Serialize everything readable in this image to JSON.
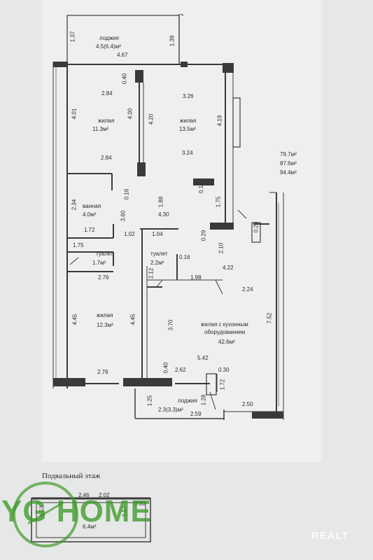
{
  "rooms": {
    "loggia_top": {
      "name": "лоджия",
      "area": "4.5(6.4)м²"
    },
    "living_1": {
      "name": "жилая",
      "area": "11.3м²"
    },
    "living_2": {
      "name": "жилая",
      "area": "13.5м²"
    },
    "bathroom": {
      "name": "ванная",
      "area": "4.0м²"
    },
    "toilet_1": {
      "name": "туалет",
      "area": "1.7м²"
    },
    "toilet_2": {
      "name": "туалет",
      "area": "2.2м²"
    },
    "living_3": {
      "name": "жилая",
      "area": "12.3м²"
    },
    "kitchen_living": {
      "name": "жилая с кухонным",
      "name2": "оборудованием",
      "area": "42.6м²"
    },
    "loggia_bottom": {
      "name": "лоджия",
      "area": "2.3(3.3)м²"
    }
  },
  "totals": {
    "a": "79.7м²",
    "b": "87.6м²",
    "c": "94.4м²"
  },
  "dims": {
    "d1_37": "1.37",
    "d4_67": "4.67",
    "d1_39": "1.39",
    "d0_40a": "0.40",
    "d2_84a": "2.84",
    "d3_26": "3.26",
    "d4_01": "4.01",
    "d4_00": "4.00",
    "d4_20": "4.20",
    "d4_19": "4.19",
    "d2_84b": "2.84",
    "d3_24": "3.24",
    "d0_16a": "0.16",
    "d2_34": "2.34",
    "d3_60": "3.60",
    "d1_88": "1.88",
    "d0_11": "0.11",
    "d1_75a": "1.75",
    "d4_30": "4.30",
    "d1_72a": "1.72",
    "d1_02": "1.02",
    "d1_04": "1.04",
    "d0_29a": "0.29",
    "d0_29b": "0.29",
    "d1_75b": "1.75",
    "d2_10": "2.10",
    "d2_12": "2.12",
    "d0_16b": "0.16",
    "d4_22": "4.22",
    "d2_76a": "2.76",
    "d1_98": "1.98",
    "d2_24": "2.24",
    "d4_45a": "4.45",
    "d4_45b": "4.45",
    "d3_70": "3.70",
    "d7_52": "7.52",
    "d5_42": "5.42",
    "d2_76b": "2.76",
    "d0_40b": "0.40",
    "d2_62": "2.62",
    "d0_30": "0.30",
    "d1_72b": "1.72",
    "d1_25": "1.25",
    "d1_28": "1.28",
    "d2_50": "2.50",
    "d2_59": "2.59"
  },
  "basement": {
    "title": "Подвальный этаж",
    "d1": "2.46",
    "d2": "2.02",
    "d3": "0.30",
    "d4": "1.53",
    "d5": "1.57",
    "area": "6.4м²"
  },
  "watermarks": {
    "yg": "YG HOME",
    "realt": "REALT"
  },
  "colors": {
    "wall": "#3a3a3a",
    "paper": "#eceeed",
    "green": "#3e9a2a"
  }
}
